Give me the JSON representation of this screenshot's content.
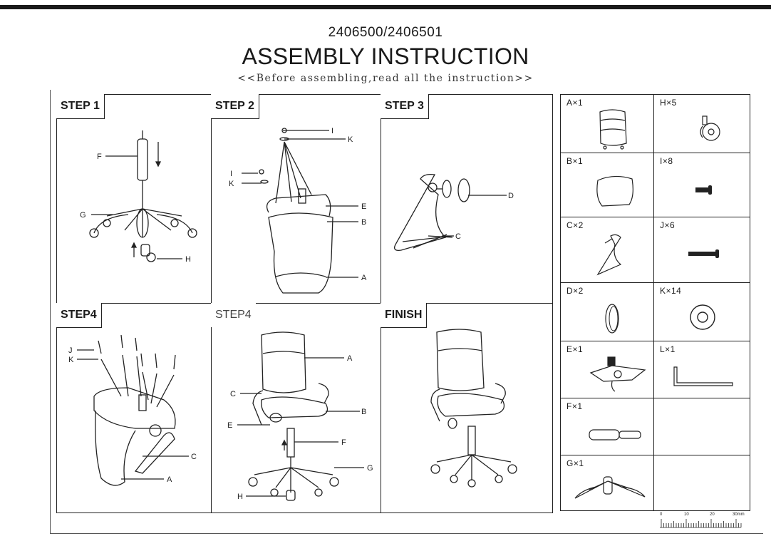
{
  "header": {
    "model": "2406500/2406501",
    "title": "ASSEMBLY INSTRUCTION",
    "subtitle": "<<Before assembling,read all the instruction>>"
  },
  "steps": [
    {
      "tag": "STEP 1",
      "labels": [
        "F",
        "G",
        "H"
      ]
    },
    {
      "tag": "STEP 2",
      "labels": [
        "I",
        "K",
        "I",
        "K",
        "E",
        "B",
        "A"
      ]
    },
    {
      "tag": "STEP 3",
      "labels": [
        "D",
        "C"
      ]
    },
    {
      "tag": "STEP4",
      "labels": [
        "J",
        "K",
        "C",
        "A"
      ]
    },
    {
      "tag": "STEP4",
      "labels": [
        "A",
        "C",
        "B",
        "E",
        "F",
        "G",
        "H"
      ]
    },
    {
      "tag": "FINISH",
      "labels": []
    }
  ],
  "parts": [
    {
      "label": "A×1",
      "icon": "chair-back-icon"
    },
    {
      "label": "H×5",
      "icon": "caster-icon"
    },
    {
      "label": "B×1",
      "icon": "seat-icon"
    },
    {
      "label": "I×8",
      "icon": "short-bolt-icon"
    },
    {
      "label": "C×2",
      "icon": "armrest-icon"
    },
    {
      "label": "J×6",
      "icon": "long-bolt-icon"
    },
    {
      "label": "D×2",
      "icon": "cap-icon"
    },
    {
      "label": "K×14",
      "icon": "washer-icon"
    },
    {
      "label": "E×1",
      "icon": "mechanism-icon"
    },
    {
      "label": "L×1",
      "icon": "allen-key-icon"
    },
    {
      "label": "F×1",
      "icon": "gas-lift-icon"
    },
    {
      "label": "",
      "icon": ""
    },
    {
      "label": "G×1",
      "icon": "star-base-icon"
    },
    {
      "label": "",
      "icon": ""
    }
  ],
  "ruler": {
    "ticks": [
      "0",
      "10",
      "20",
      "30mm"
    ]
  }
}
